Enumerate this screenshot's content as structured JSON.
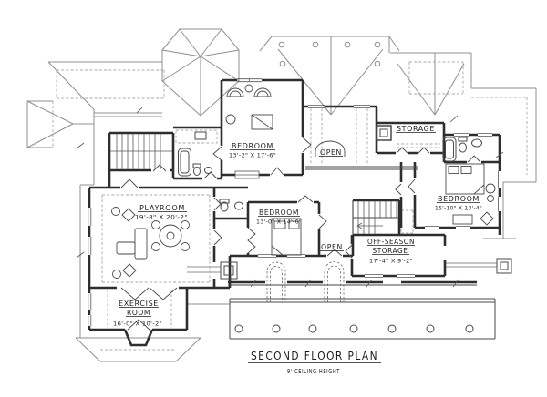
{
  "drawing": {
    "title": "SECOND FLOOR PLAN",
    "subtitle": "9' CEILING HEIGHT",
    "rooms": {
      "bedroom1": {
        "name": "BEDROOM",
        "dims": "13'-2\" X 17'-6\""
      },
      "playroom": {
        "name": "PLAYROOM",
        "dims": "19'-8\" X 20'-2\""
      },
      "bedroom2": {
        "name": "BEDROOM",
        "dims": "13'-0\" X 14'-6\""
      },
      "bedroom3": {
        "name": "BEDROOM",
        "dims": "15'-10\" X 13'-4\""
      },
      "storage": {
        "name": "STORAGE"
      },
      "off_season_storage": {
        "name_line1": "OFF-SEASON",
        "name_line2": "STORAGE",
        "dims": "17'-4\" X 9'-2\""
      },
      "exercise": {
        "name_line1": "EXERCISE",
        "name_line2": "ROOM",
        "dims": "16'-0\" X 10'-2\""
      },
      "open_upper": {
        "name": "OPEN"
      },
      "open_lower": {
        "name": "OPEN"
      }
    },
    "colors": {
      "background": "#ffffff",
      "walls": "#2e2e2e",
      "roof_lines": "#8f8f8f",
      "text": "#1c1c1c"
    }
  }
}
